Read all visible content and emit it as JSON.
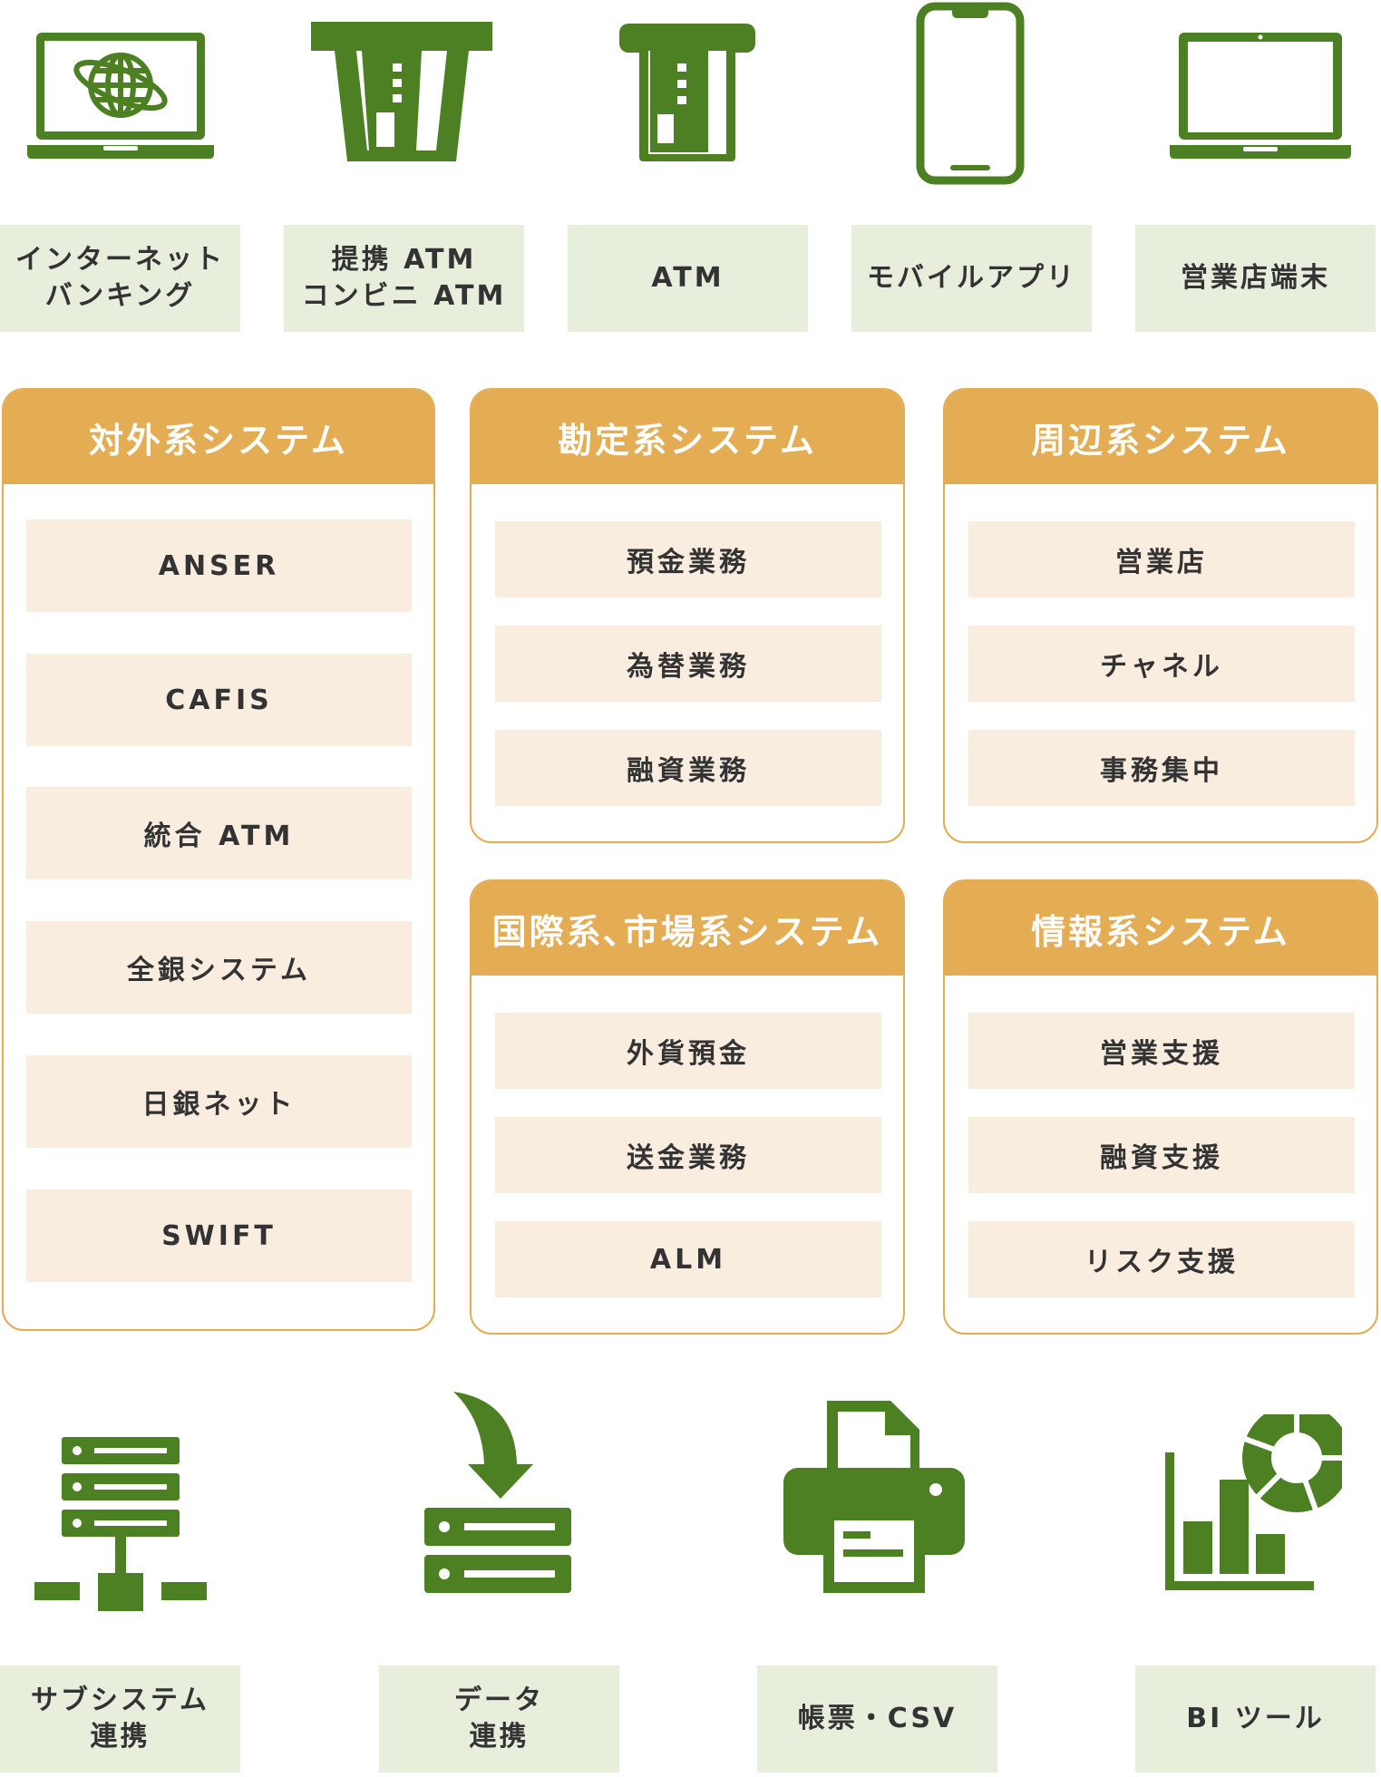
{
  "colors": {
    "icon": "#4d8022",
    "label_bg": "#e7eedc",
    "panel_accent": "#e4ac53",
    "item_bg": "#f9ede0",
    "text": "#333333"
  },
  "channels": [
    {
      "icon": "laptop-globe-icon",
      "label": "インターネット\nバンキング"
    },
    {
      "icon": "atm-card-wide-icon",
      "label": "提携 ATM\nコンビニ ATM"
    },
    {
      "icon": "atm-card-icon",
      "label": "ATM"
    },
    {
      "icon": "smartphone-icon",
      "label": "モバイルアプリ"
    },
    {
      "icon": "laptop-icon",
      "label": "営業店端末"
    }
  ],
  "panels": [
    {
      "title": "対外系システム",
      "items": [
        "ANSER",
        "CAFIS",
        "統合 ATM",
        "全銀システム",
        "日銀ネット",
        "SWIFT"
      ]
    },
    {
      "title": "勘定系システム",
      "items": [
        "預金業務",
        "為替業務",
        "融資業務"
      ]
    },
    {
      "title": "周辺系システム",
      "items": [
        "営業店",
        "チャネル",
        "事務集中"
      ]
    },
    {
      "title": "国際系､市場系システム",
      "items": [
        "外貨預金",
        "送金業務",
        "ALM"
      ]
    },
    {
      "title": "情報系システム",
      "items": [
        "営業支援",
        "融資支援",
        "リスク支援"
      ]
    }
  ],
  "outputs": [
    {
      "icon": "server-network-icon",
      "label": "サブシステム\n連携"
    },
    {
      "icon": "download-server-icon",
      "label": "データ\n連携"
    },
    {
      "icon": "printer-icon",
      "label": "帳票・CSV"
    },
    {
      "icon": "bar-pie-chart-icon",
      "label": "BI ツール"
    }
  ]
}
